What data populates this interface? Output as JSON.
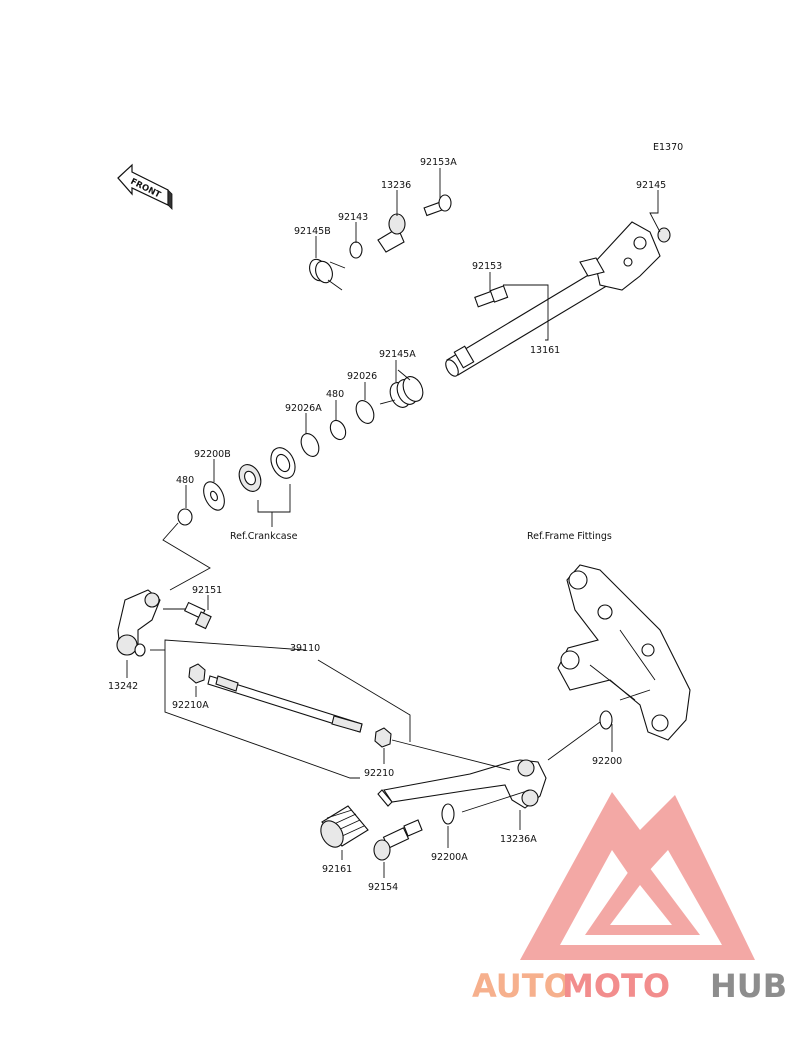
{
  "diagram_code": "E1370",
  "front_label": "FRONT",
  "references": {
    "crankcase": "Ref.Crankcase",
    "frame_fittings": "Ref.Frame Fittings"
  },
  "parts": {
    "p92153A": "92153A",
    "p13236": "13236",
    "p92143": "92143",
    "p92145B": "92145B",
    "p92145": "92145",
    "p92153": "92153",
    "p13161": "13161",
    "p92145A": "92145A",
    "p92026": "92026",
    "p480_upper": "480",
    "p92026A": "92026A",
    "p92200B": "92200B",
    "p480_lower": "480",
    "p92151": "92151",
    "p13242": "13242",
    "p39110": "39110",
    "p92210A": "92210A",
    "p92210": "92210",
    "p92200": "92200",
    "p13236A": "13236A",
    "p92161": "92161",
    "p92200A": "92200A",
    "p92154": "92154"
  },
  "watermark": {
    "part1": "AUTO",
    "part2": "MOTO",
    "part3": "HUB",
    "color_orange": "#f5a37a",
    "color_red": "#f07a7a",
    "color_gray": "#7a7a7a"
  }
}
